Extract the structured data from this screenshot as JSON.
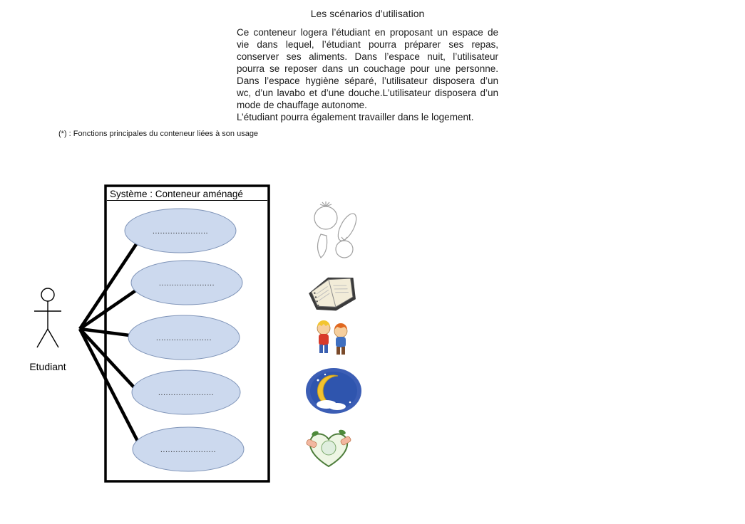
{
  "page": {
    "title": "Les scénarios d’utilisation",
    "paragraph": "Ce conteneur logera l’étudiant en proposant un espace de vie dans lequel, l’étudiant pourra préparer ses repas, conserver ses aliments. Dans l’espace nuit, l’utilisateur pourra se reposer dans un couchage pour une personne. Dans l’espace hygiène séparé, l’utilisateur disposera d’un wc, d’un lavabo et d’une douche.L’utilisateur disposera d’un mode de chauffage autonome.",
    "paragraph_last": "L’étudiant pourra également travailler dans le logement.",
    "footnote": "(*) : Fonctions principales du conteneur liées à son usage"
  },
  "diagram": {
    "system_title": "Système : Conteneur aménagé",
    "actor_label": "Etudiant",
    "use_cases": [
      {
        "label": "......................"
      },
      {
        "label": "......................"
      },
      {
        "label": "......................"
      },
      {
        "label": "......................"
      },
      {
        "label": "......................"
      }
    ],
    "colors": {
      "ellipse_fill": "#ccd9ee",
      "ellipse_border": "#7f94b8",
      "connector": "#000000"
    }
  },
  "cliparts": [
    {
      "name": "vegetables-clipart"
    },
    {
      "name": "notebook-clipart"
    },
    {
      "name": "children-clipart"
    },
    {
      "name": "moon-night-clipart"
    },
    {
      "name": "hygiene-heart-clipart"
    }
  ]
}
